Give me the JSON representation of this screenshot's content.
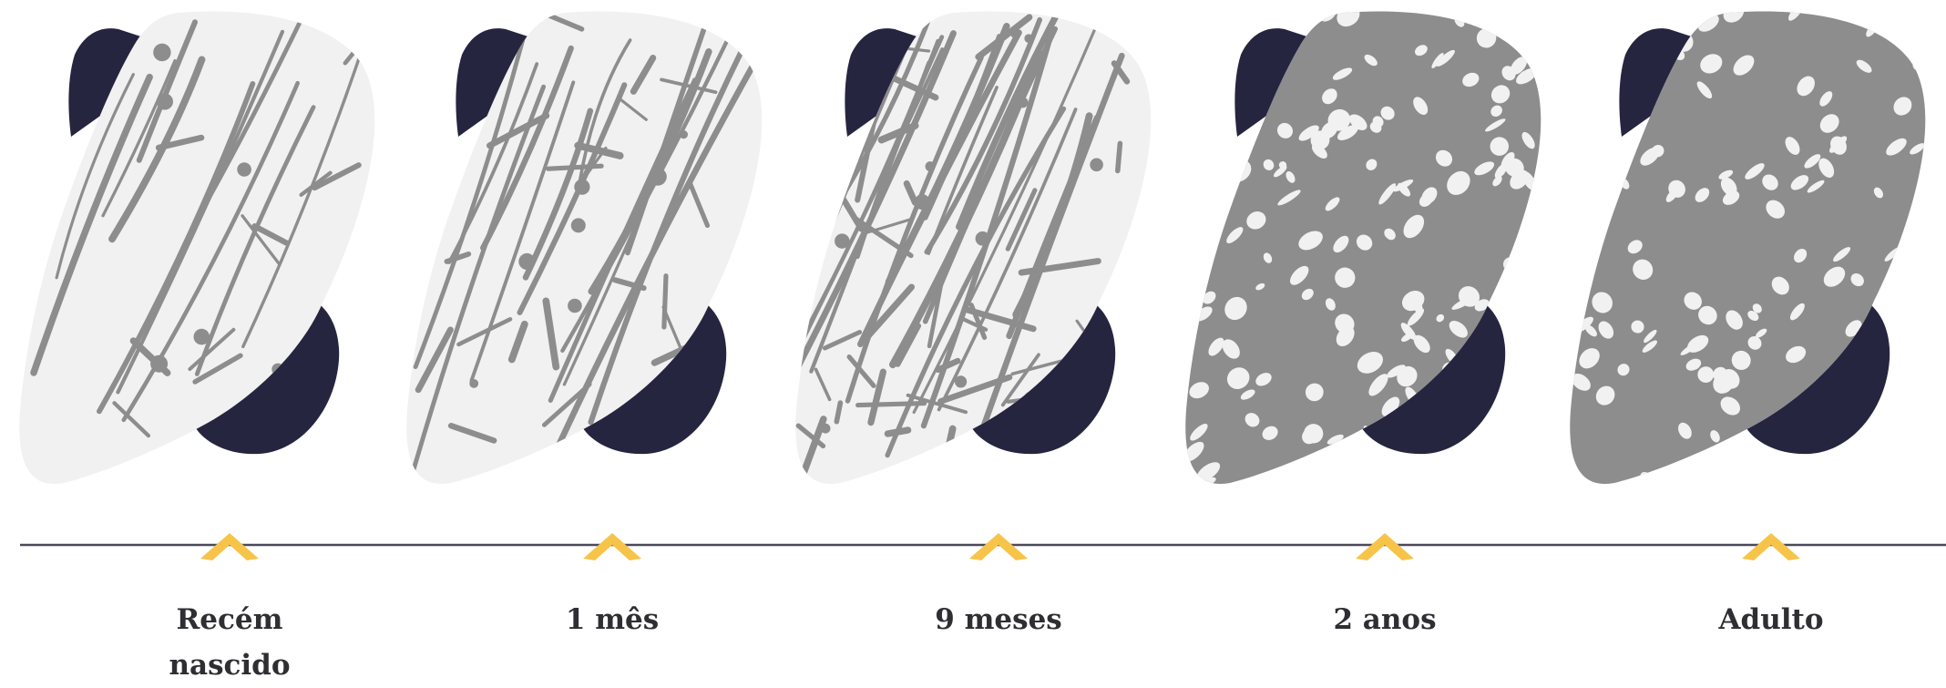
{
  "colors": {
    "background": "#ffffff",
    "bone_dark": "#262540",
    "bone_light": "#f1f1f1",
    "trabecula": "#8d8d8d",
    "timeline": "#4a4a5a",
    "marker": "#f7c44a",
    "label_text": "#2e2e33"
  },
  "marker_icon": "chevron-up-icon",
  "stages": [
    {
      "id": "newborn",
      "label": "Recém\nnascido",
      "trabecular_density": 0.12
    },
    {
      "id": "one-month",
      "label": "1 mês",
      "trabecular_density": 0.22
    },
    {
      "id": "nine-months",
      "label": "9 meses",
      "trabecular_density": 0.38
    },
    {
      "id": "two-years",
      "label": "2 anos",
      "trabecular_density": 0.62
    },
    {
      "id": "adult",
      "label": "Adulto",
      "trabecular_density": 0.82
    }
  ]
}
